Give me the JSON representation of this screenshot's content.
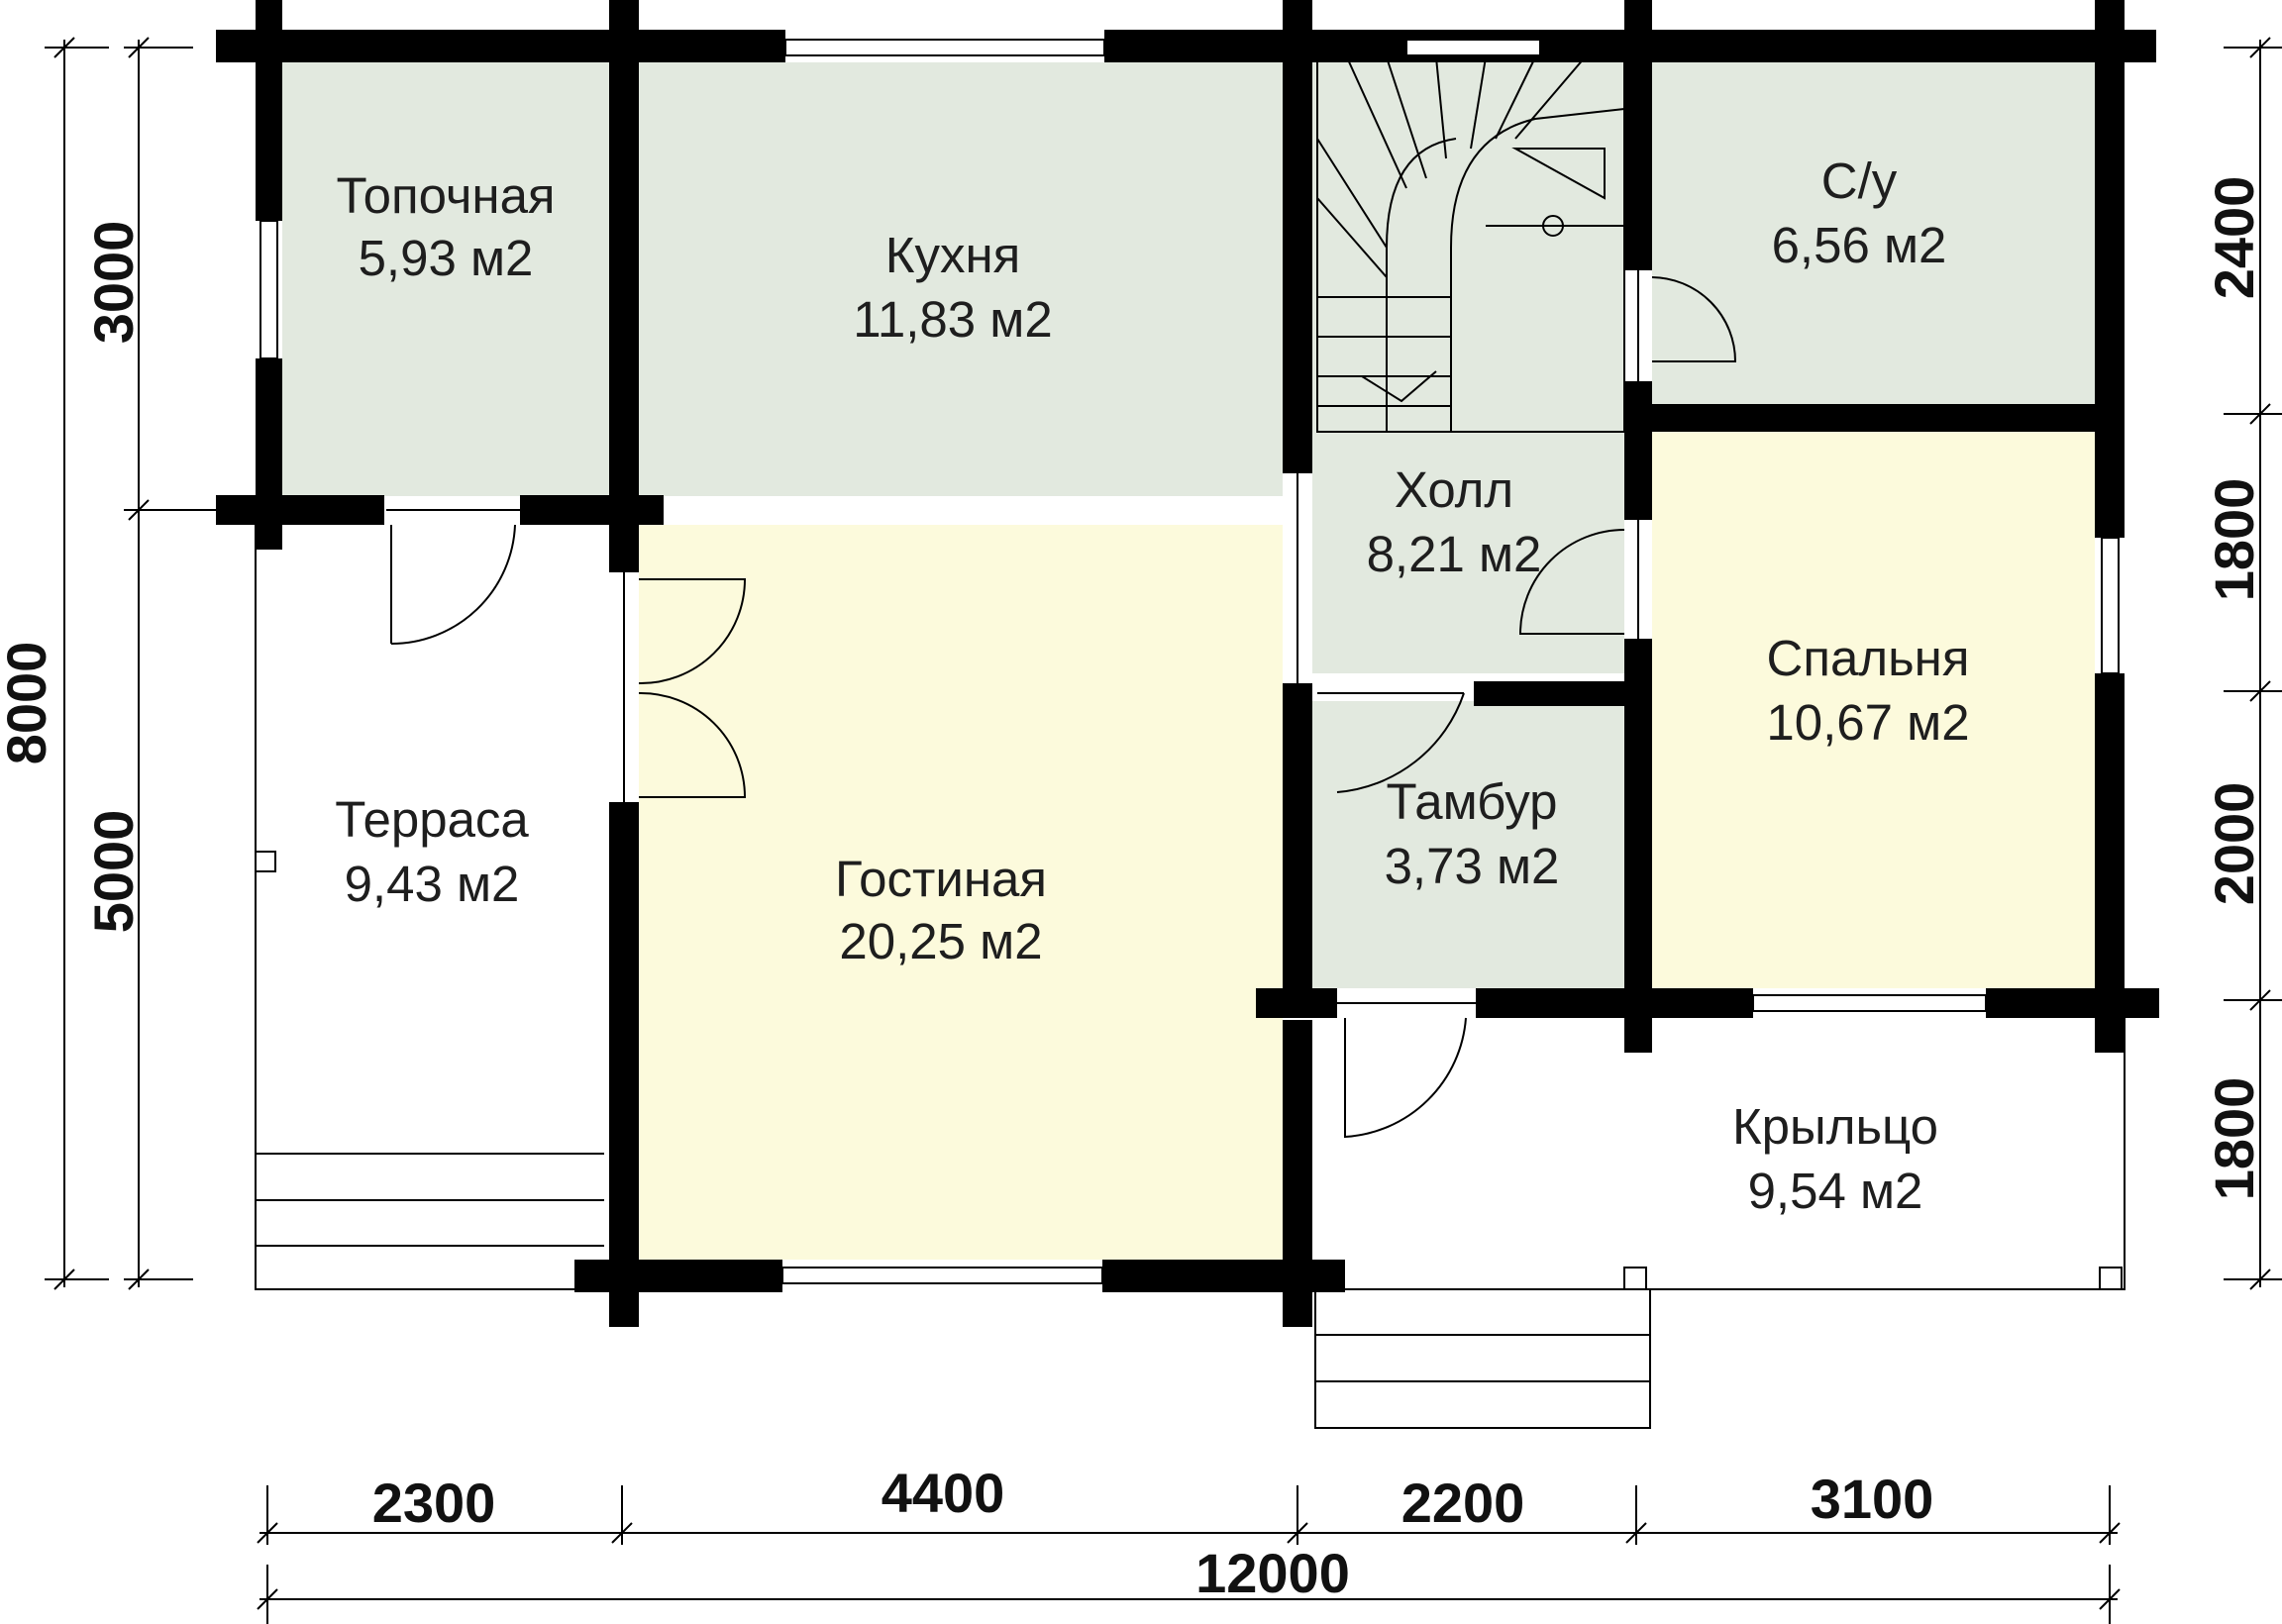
{
  "colors": {
    "green_room": "#e2e9df",
    "yellow_room": "#fcfadc",
    "wall": "#000000",
    "white": "#ffffff"
  },
  "rooms": {
    "topochnaya": {
      "name": "Топочная",
      "area": "5,93 м2"
    },
    "kukhnya": {
      "name": "Кухня",
      "area": "11,83 м2"
    },
    "su": {
      "name": "С/у",
      "area": "6,56 м2"
    },
    "holl": {
      "name": "Холл",
      "area": "8,21 м2"
    },
    "spalnya": {
      "name": "Спальня",
      "area": "10,67 м2"
    },
    "terrasa": {
      "name": "Терраса",
      "area": "9,43 м2"
    },
    "gostinaya": {
      "name": "Гостиная",
      "area": "20,25 м2"
    },
    "tambur": {
      "name": "Тамбур",
      "area": "3,73 м2"
    },
    "kryltso": {
      "name": "Крыльцо",
      "area": "9,54 м2"
    }
  },
  "dimensions": {
    "left_total": "8000",
    "left_top": "3000",
    "left_bottom": "5000",
    "right": [
      "2400",
      "1800",
      "2000",
      "1800"
    ],
    "bottom": [
      "2300",
      "4400",
      "2200",
      "3100"
    ],
    "bottom_total": "12000"
  }
}
